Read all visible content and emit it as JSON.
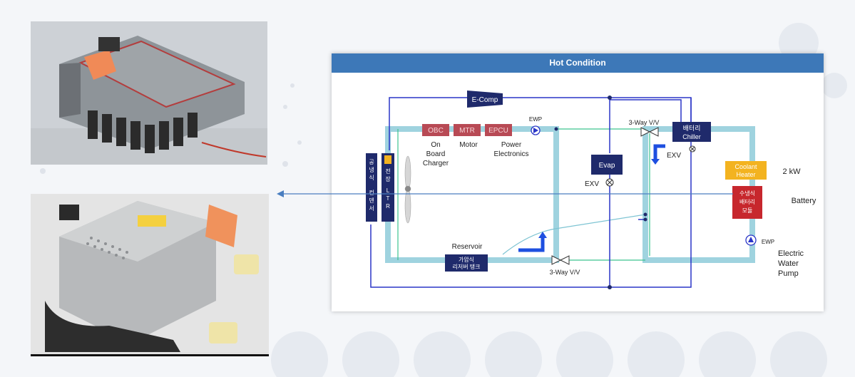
{
  "diagram": {
    "title": "Hot Condition",
    "e_comp": "E-Comp",
    "ewp_top": "EWP",
    "components": {
      "obc": "OBC",
      "mtr": "MTR",
      "epcu": "EPCU",
      "obc_caption": [
        "On",
        "Board",
        "Charger"
      ],
      "mtr_caption": "Motor",
      "epcu_caption": [
        "Power",
        "Electronics"
      ]
    },
    "three_way_top": "3-Way V/V",
    "three_way_bottom": "3-Way V/V",
    "battery_chiller": [
      "배터리",
      "Chiller"
    ],
    "exv_right": "EXV",
    "exv_left": "EXV",
    "evap": "Evap",
    "coolant_heater": [
      "Coolant",
      "Heater"
    ],
    "heater_power": "2 kW",
    "battery_module": [
      "수냉식",
      "배터리",
      "모듈"
    ],
    "battery_label": "Battery",
    "ewp_right": "EWP",
    "water_pump_label": [
      "Electric",
      "Water",
      "Pump"
    ],
    "reservoir_label": "Reservoir",
    "reservoir_box": [
      "가압식",
      "리저버 탱크"
    ],
    "air_condenser": [
      "공",
      "냉",
      "식",
      "컨",
      "덴",
      "서"
    ],
    "ltr": [
      "전",
      "장",
      "L",
      "T",
      "R"
    ]
  },
  "colors": {
    "header": "#3d78b8",
    "refrigerant": "#2a35c7",
    "coolant_pipe": "#9fd3df",
    "green_line": "#3cc48f",
    "component_red": "#b84a55",
    "box_navy": "#1f2a6b",
    "heater_orange": "#f3b320",
    "battery_red": "#c7272d",
    "flow_arrow": "#1e4fe0"
  }
}
